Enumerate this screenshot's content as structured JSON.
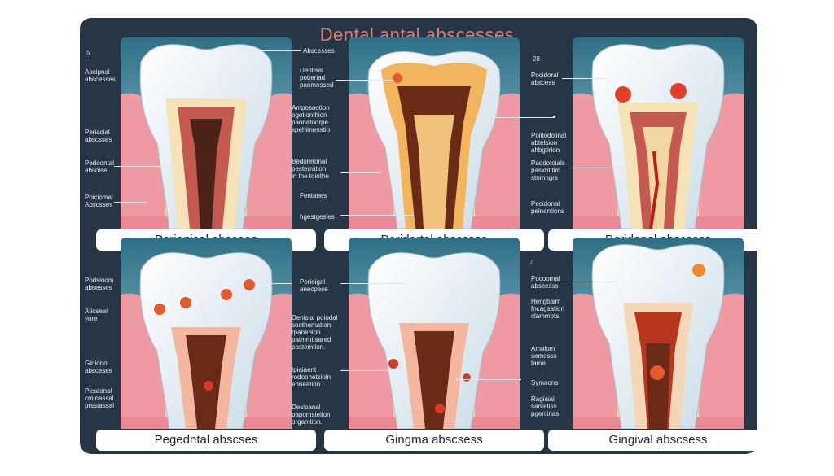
{
  "title": "Dental antal abscesses",
  "panels": [
    {
      "caption": "Periapical abscees"
    },
    {
      "caption": "Peridortal abscsses"
    },
    {
      "caption": "Peridonal abscsess"
    },
    {
      "caption": "Pegedntal abscses"
    },
    {
      "caption": "Gingma abscsess"
    },
    {
      "caption": "Gingival abscsess"
    }
  ],
  "numbers": {
    "n1": "5",
    "n2": "28",
    "n3": "7"
  },
  "labels": {
    "p1_right": "Abscesses",
    "p1_l1": "Apcipnal\nabscesses",
    "p1_l2": "Periacial\nabscsses",
    "p1_l3": "Pedoontal\nabsolsel",
    "p1_l4": "Poiciomal\nAbscsses",
    "mid1_1": "Dentisal\npotteriad\npaemessed",
    "mid1_2": "Amposaotion\nogotionthion\npaonatoorpe\nspehimenstio",
    "mid1_3": "Bedoretonal\npesterration\nin the toiothe",
    "mid1_4": "Fentanes",
    "mid1_5": "hgestgesles",
    "p3_l1": "Pocidoral\nabscess",
    "p3_l2": "Poiitodolinal\nabtelsion\nahbgtirion",
    "p3_l3": "Paodotoials\npaskntitim\nstnmngrs",
    "p3_l4": "Pecidonal\npeinantions",
    "p4_l1": "Podsioom\nabsesses",
    "p4_l2": "Aticseel\nyore",
    "p4_l3": "Ginidool\nabsceses",
    "p4_l4": "Pesdonal\ncminassal\nprsstassal",
    "mid2_1": "Perioigal\nanecpese",
    "mid2_2": "Denisial poiodal\nsoothomation\nrpanenion\npatmmtisared\npostemtion.",
    "mid2_3": "Ipiaiaent\nrodoonetsioin\nenneation",
    "mid2_4": "Desioanal\npapomsteiion\norgamtion.",
    "p6_l1": "Pocoomal\nabscesss",
    "p6_l2": "Hengbaim\nfncagsation\nclammpts",
    "p6_l3": "Amalom\nsemosss\ntame",
    "p6_l4": "Symnons",
    "p6_l5": "Ragiaial\nsantetiss\npgenlinas"
  }
}
